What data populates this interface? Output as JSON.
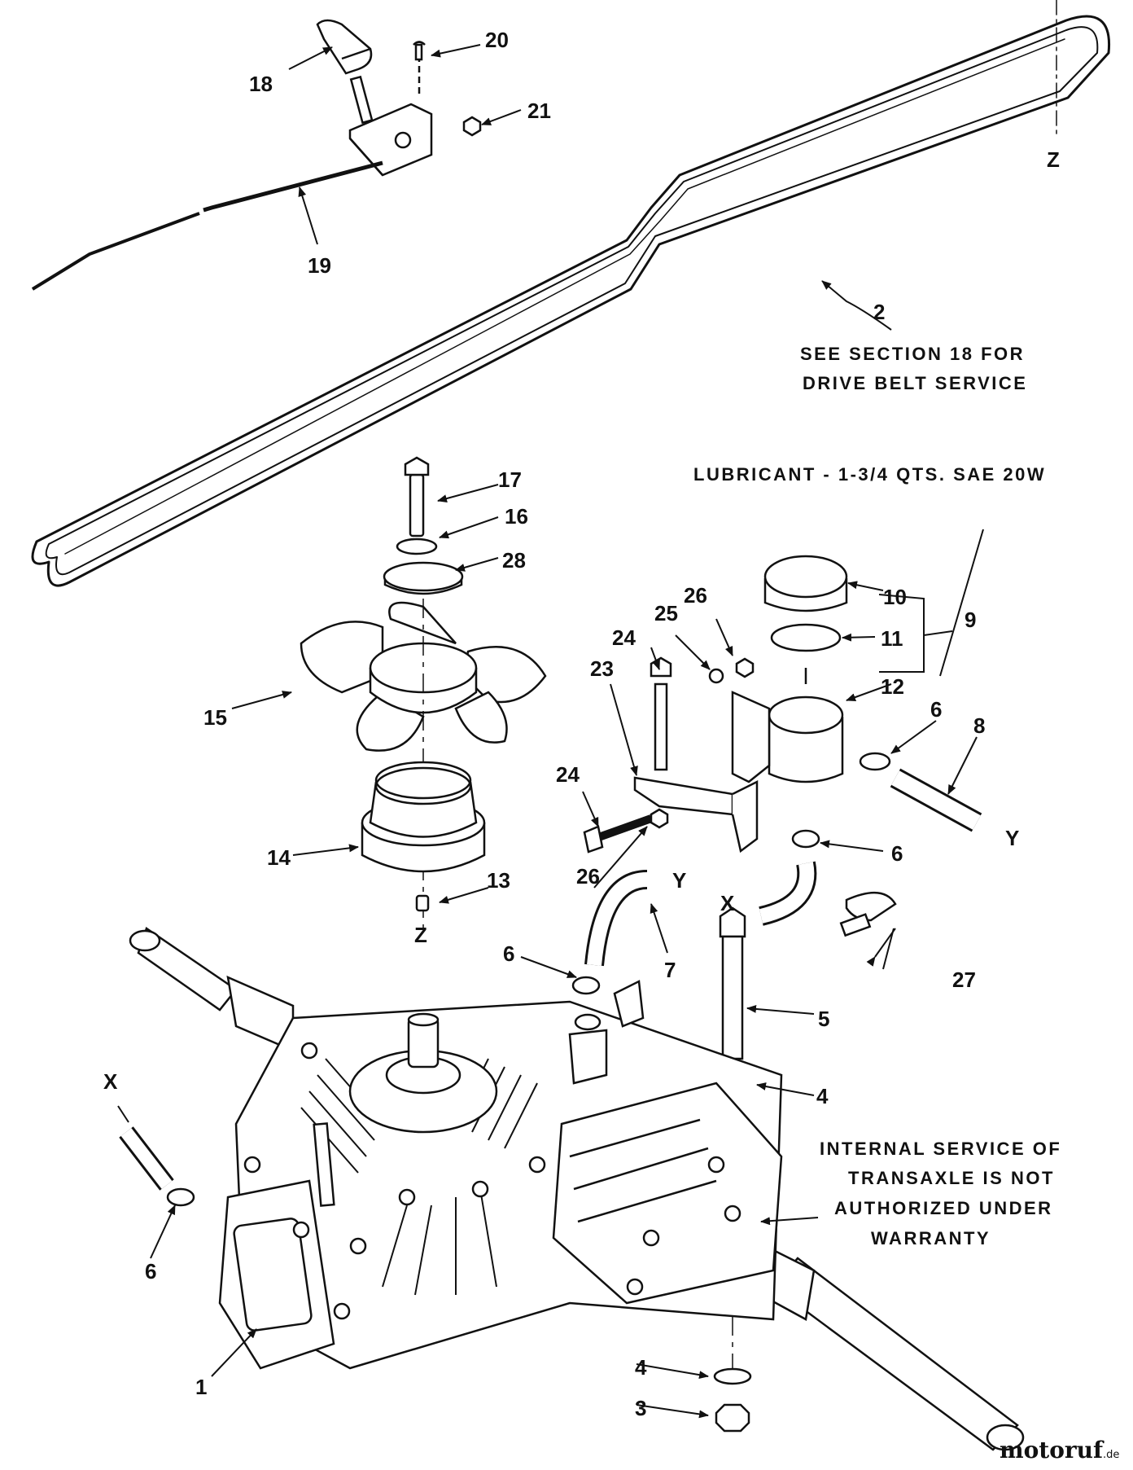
{
  "notes": {
    "drive_belt_service_line1": "SEE SECTION 18 FOR",
    "drive_belt_service_line2": "DRIVE BELT SERVICE",
    "lubricant": "LUBRICANT - 1-3/4 QTS. SAE 20W",
    "internal_service_line1": "INTERNAL SERVICE OF",
    "internal_service_line2": "TRANSAXLE IS NOT",
    "internal_service_line3": "AUTHORIZED UNDER",
    "internal_service_line4": "WARRANTY"
  },
  "callouts": {
    "c1": "1",
    "c2": "2",
    "c3": "3",
    "c4a": "4",
    "c4b": "4",
    "c5": "5",
    "c6a": "6",
    "c6b": "6",
    "c6c": "6",
    "c6d": "6",
    "c7": "7",
    "c8": "8",
    "c9": "9",
    "c10": "10",
    "c11": "11",
    "c12": "12",
    "c13": "13",
    "c14": "14",
    "c15": "15",
    "c16": "16",
    "c17": "17",
    "c18": "18",
    "c19": "19",
    "c20": "20",
    "c21": "21",
    "c23": "23",
    "c24a": "24",
    "c24b": "24",
    "c25": "25",
    "c26a": "26",
    "c26b": "26",
    "c27": "27",
    "c28": "28"
  },
  "connectors": {
    "x1": "X",
    "x2": "X",
    "y1": "Y",
    "y2": "Y",
    "z1": "Z",
    "z2": "Z"
  },
  "watermark": {
    "brand": "motoruf",
    "suffix": ".de"
  },
  "colors": {
    "ink": "#111111",
    "paper": "#ffffff"
  }
}
